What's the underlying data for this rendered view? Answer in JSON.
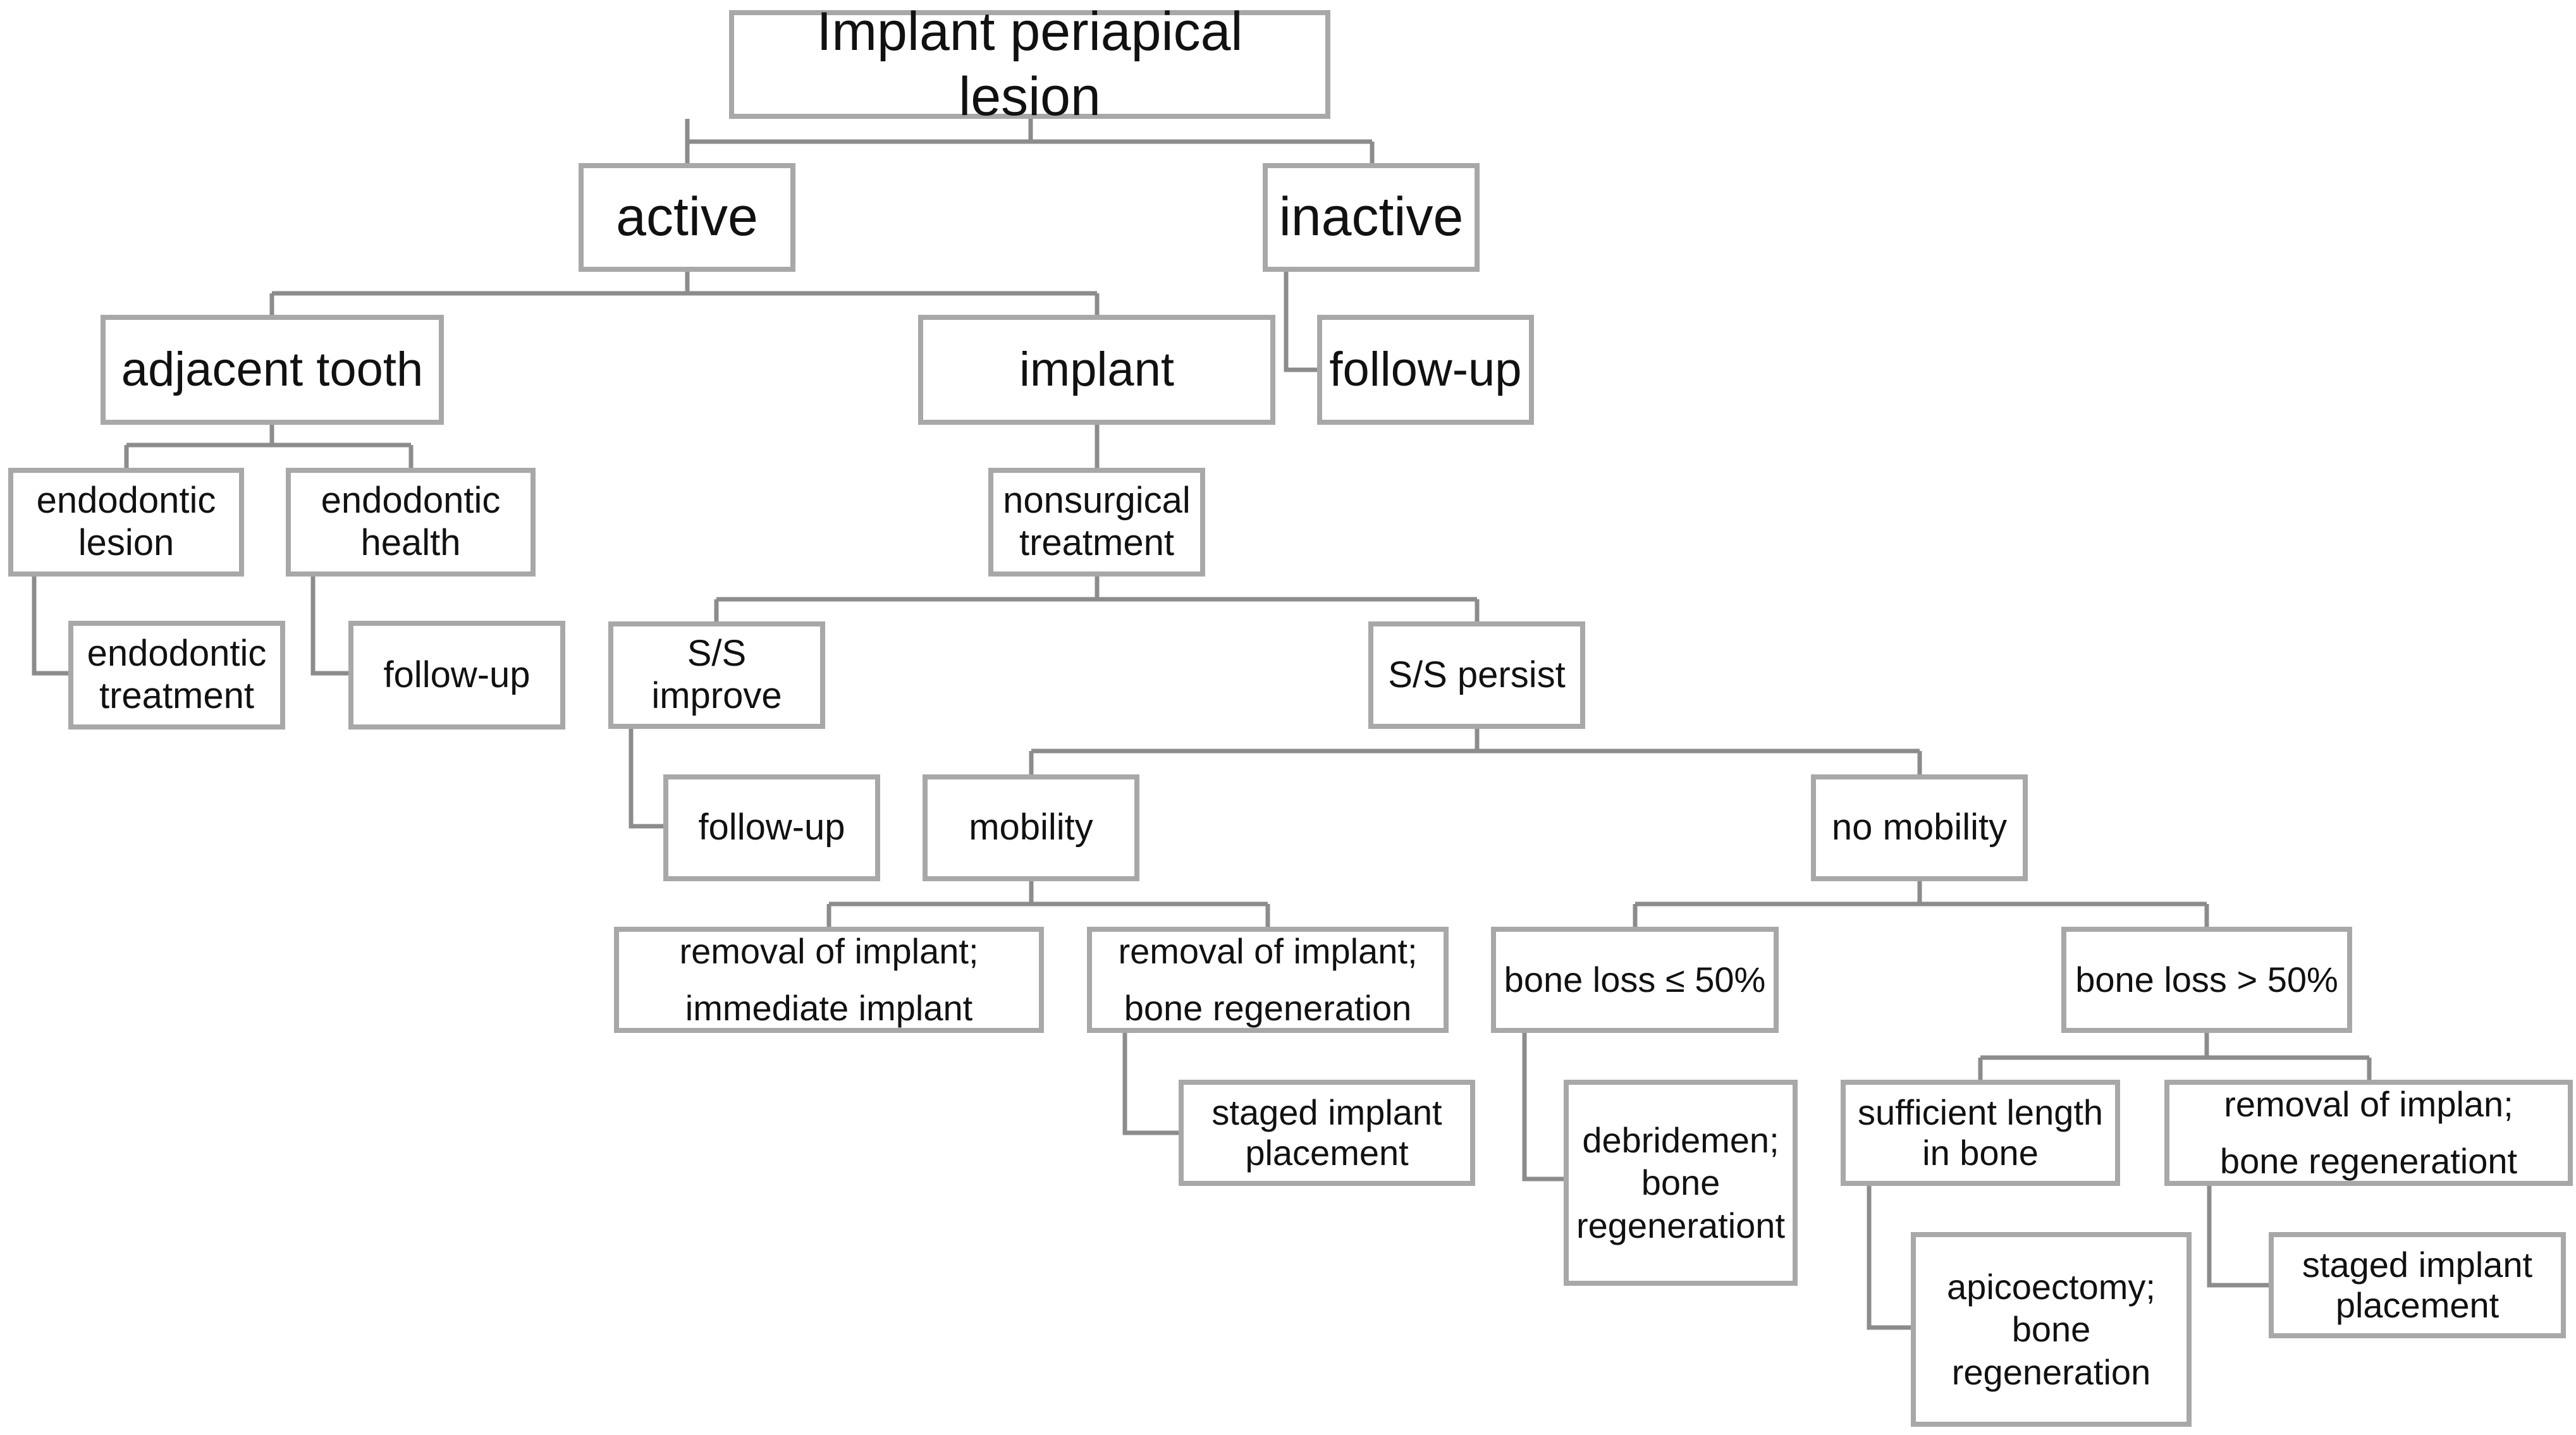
{
  "diagram": {
    "root": "Implant periapical lesion",
    "active": "active",
    "inactive": "inactive",
    "inactive_followup": "follow-up",
    "adjacent_tooth": "adjacent tooth",
    "implant": "implant",
    "endodontic_lesion": "endodontic\nlesion",
    "endodontic_health": "endodontic\nhealth",
    "endodontic_treatment": "endodontic\ntreatment",
    "health_followup": "follow-up",
    "nonsurgical_treatment": "nonsurgical\ntreatment",
    "ss_improve": "S/S improve",
    "ss_persist": "S/S persist",
    "improve_followup": "follow-up",
    "mobility": "mobility",
    "no_mobility": "no mobility",
    "removal_immediate": "removal of implant;\nimmediate implant",
    "removal_bone_regen": "removal of implant;\nbone regeneration",
    "staged_placement_1": "staged implant\nplacement",
    "bone_loss_low": "bone loss ≤ 50%",
    "bone_loss_high": "bone loss > 50%",
    "debridement": "debridemen;\nbone\nregenerationt",
    "sufficient_length": "sufficient length\nin bone",
    "removal_implan_regen": "removal of implan;\nbone regenerationt",
    "apicoectomy": "apicoectomy;\nbone\nregeneration",
    "staged_placement_2": "staged implant\nplacement"
  },
  "colors": {
    "border": "#a8a8a8",
    "line": "#8c8c8c",
    "text": "#111111"
  }
}
